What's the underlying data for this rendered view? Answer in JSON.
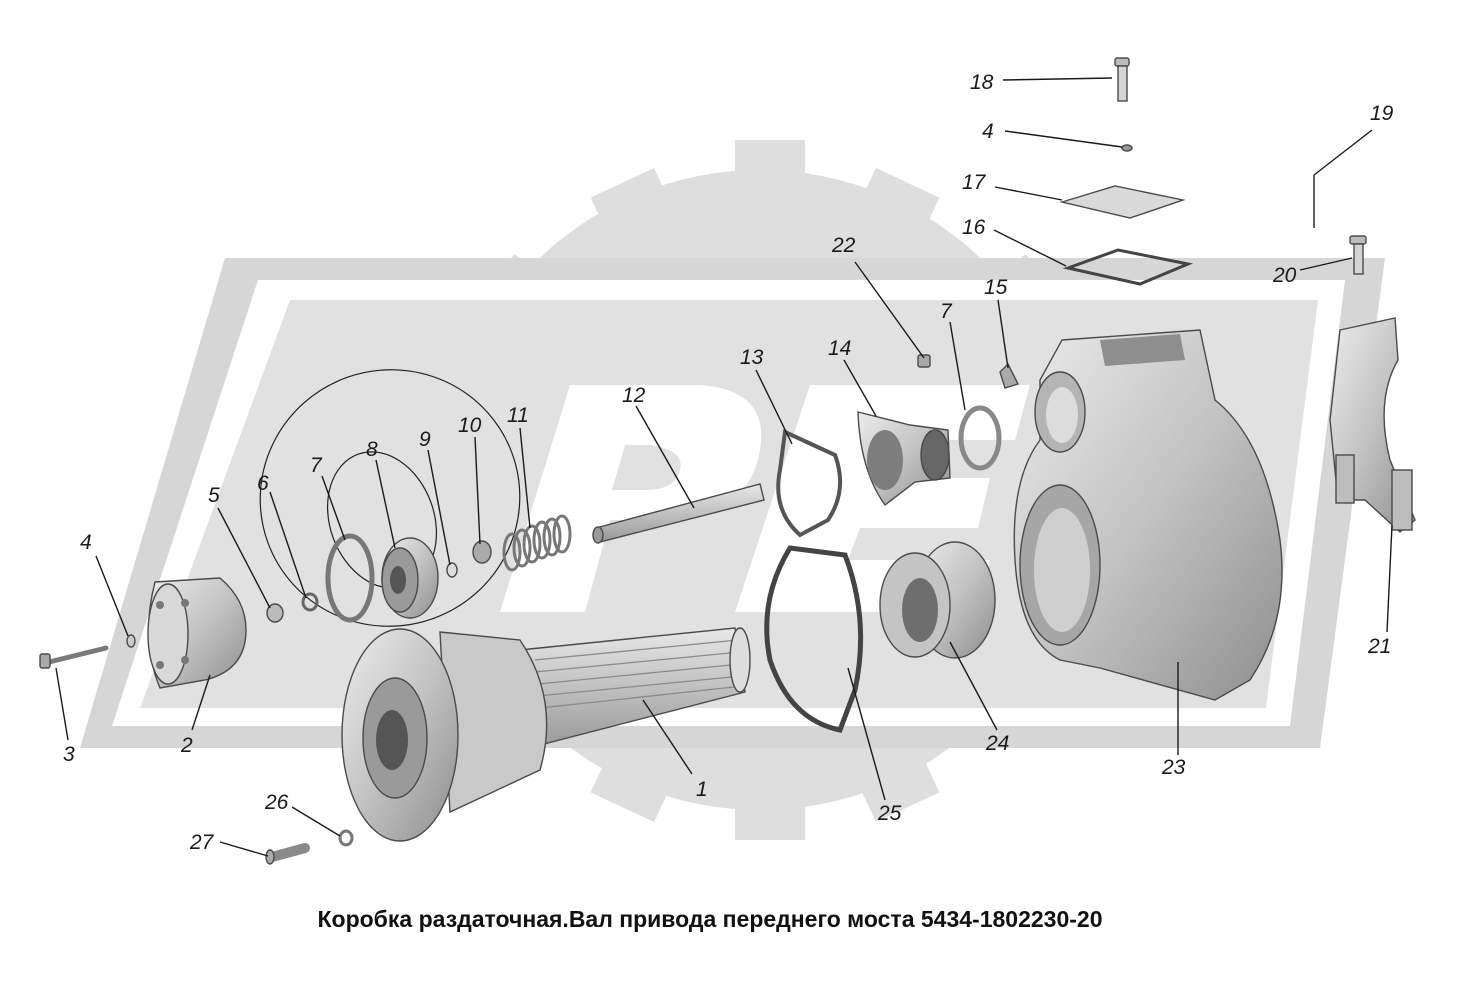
{
  "caption": "Коробка раздаточная.Вал привода переднего моста 5434-1802230-20",
  "watermark": {
    "text": "РЕ",
    "color": "#dcdcdc"
  },
  "callouts": {
    "c1": "1",
    "c2": "2",
    "c3": "3",
    "c4a": "4",
    "c4b": "4",
    "c5": "5",
    "c6": "6",
    "c7a": "7",
    "c7b": "7",
    "c8": "8",
    "c9": "9",
    "c10": "10",
    "c11": "11",
    "c12": "12",
    "c13": "13",
    "c14": "14",
    "c15": "15",
    "c16": "16",
    "c17": "17",
    "c18": "18",
    "c19": "19",
    "c20": "20",
    "c21": "21",
    "c22": "22",
    "c23": "23",
    "c24": "24",
    "c25": "25",
    "c26": "26",
    "c27": "27"
  },
  "colors": {
    "part_fill": "#c8c8c8",
    "part_dark": "#8c8c8c",
    "part_light": "#e6e6e6"
  }
}
